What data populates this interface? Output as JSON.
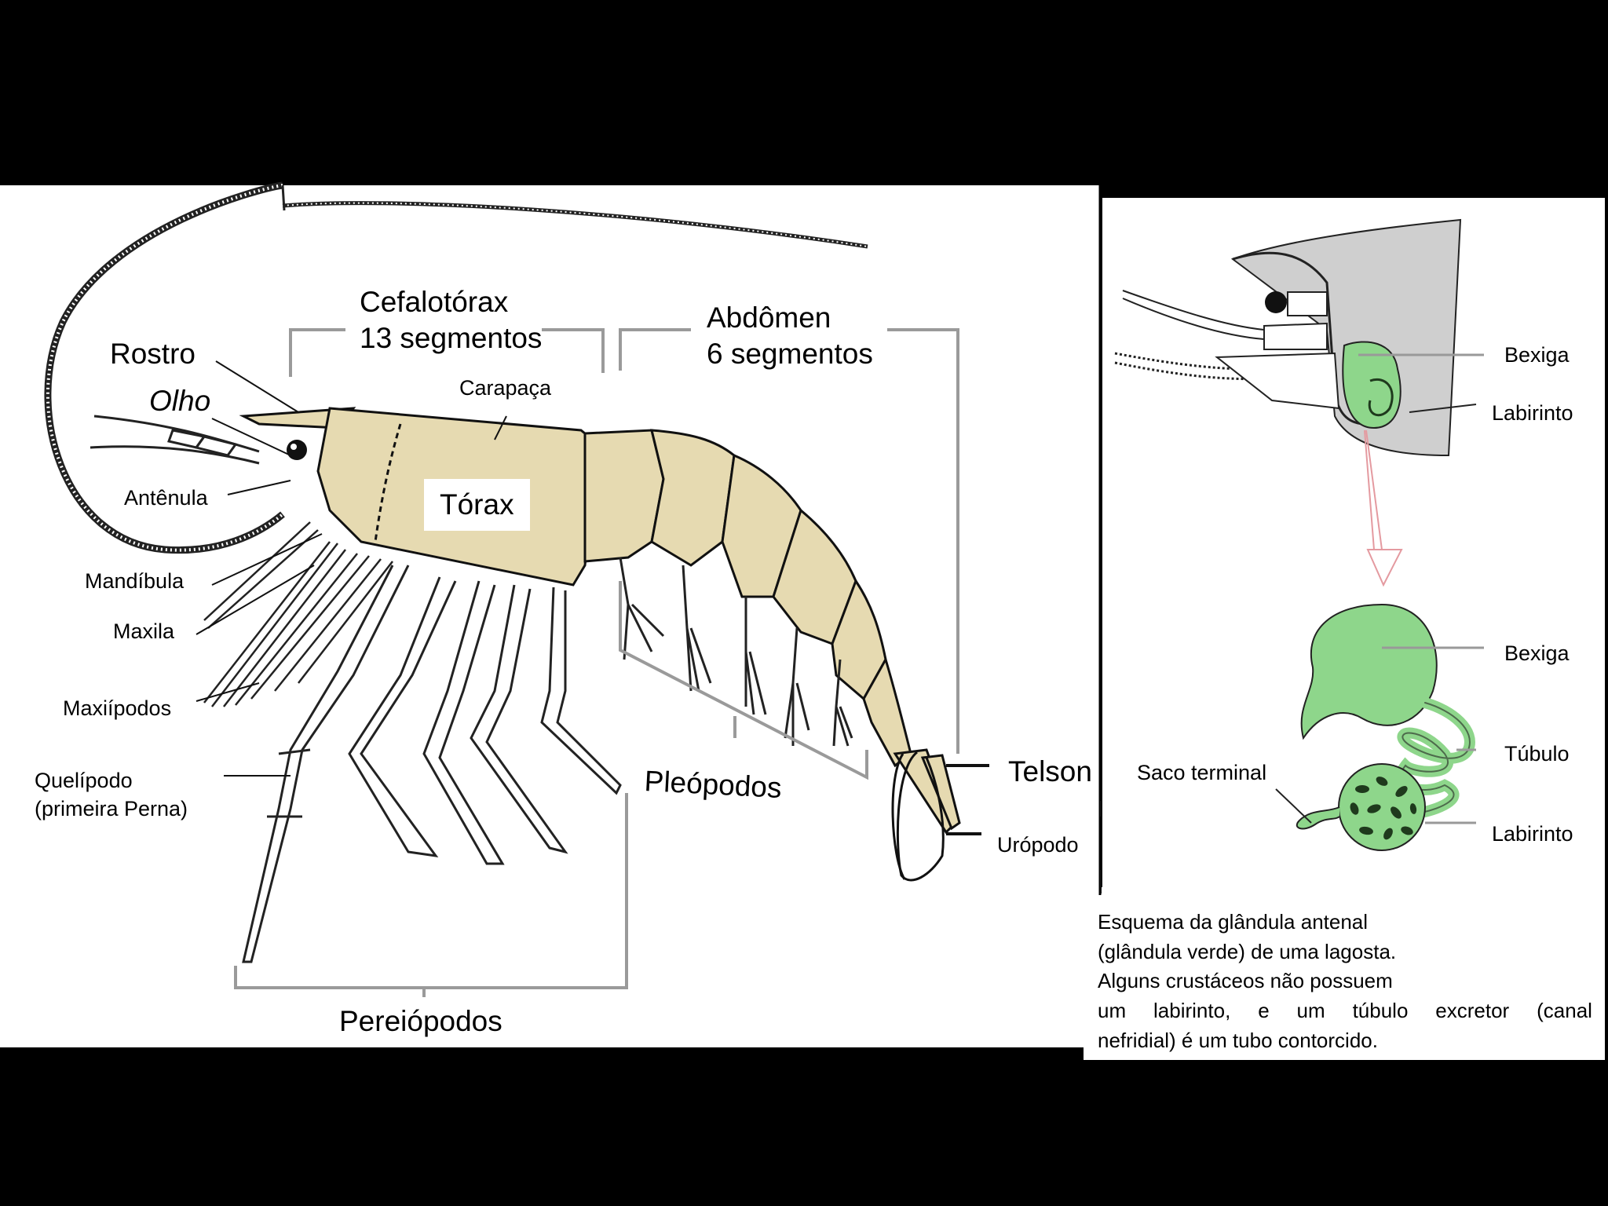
{
  "shrimp_labels": {
    "cefalotorax": "Cefalotórax",
    "cefalotorax_segments": "13 segmentos",
    "abdomen": "Abdômen",
    "abdomen_segments": "6 segmentos",
    "rostro": "Rostro",
    "olho": "Olho",
    "carapaca": "Carapaça",
    "antenula": "Antênula",
    "torax": "Tórax",
    "mandibula": "Mandíbula",
    "maxila": "Maxila",
    "maxipodos": "Maxiípodos",
    "quelipodo_1": "Quelípodo",
    "quelipodo_2": "(primeira Perna)",
    "pleopodos": "Pleópodos",
    "telson": "Telson",
    "uropodo": "Urópodo",
    "pereiopodos": "Pereiópodos"
  },
  "gland_labels": {
    "bexiga_top": "Bexiga",
    "labirinto_top": "Labirinto",
    "bexiga_bottom": "Bexiga",
    "tubulo": "Túbulo",
    "saco_terminal": "Saco terminal",
    "labirinto_bottom": "Labirinto"
  },
  "caption": {
    "line1": "Esquema da glândula antenal",
    "line2": "(glândula verde) de uma lagosta.",
    "line3": "Alguns crustáceos não possuem",
    "line4_words": [
      "um",
      "labirinto,",
      "e",
      "um",
      "túbulo",
      "excretor",
      "(canal"
    ],
    "line5": "nefridial)  é um tubo contorcido."
  },
  "colors": {
    "body_fill": "#e6dab1",
    "gland_green": "#8ed68b",
    "gland_dark": "#1f3a1d",
    "stipple": "#cfcfcf",
    "bracket_gray": "#9a9a9a"
  }
}
